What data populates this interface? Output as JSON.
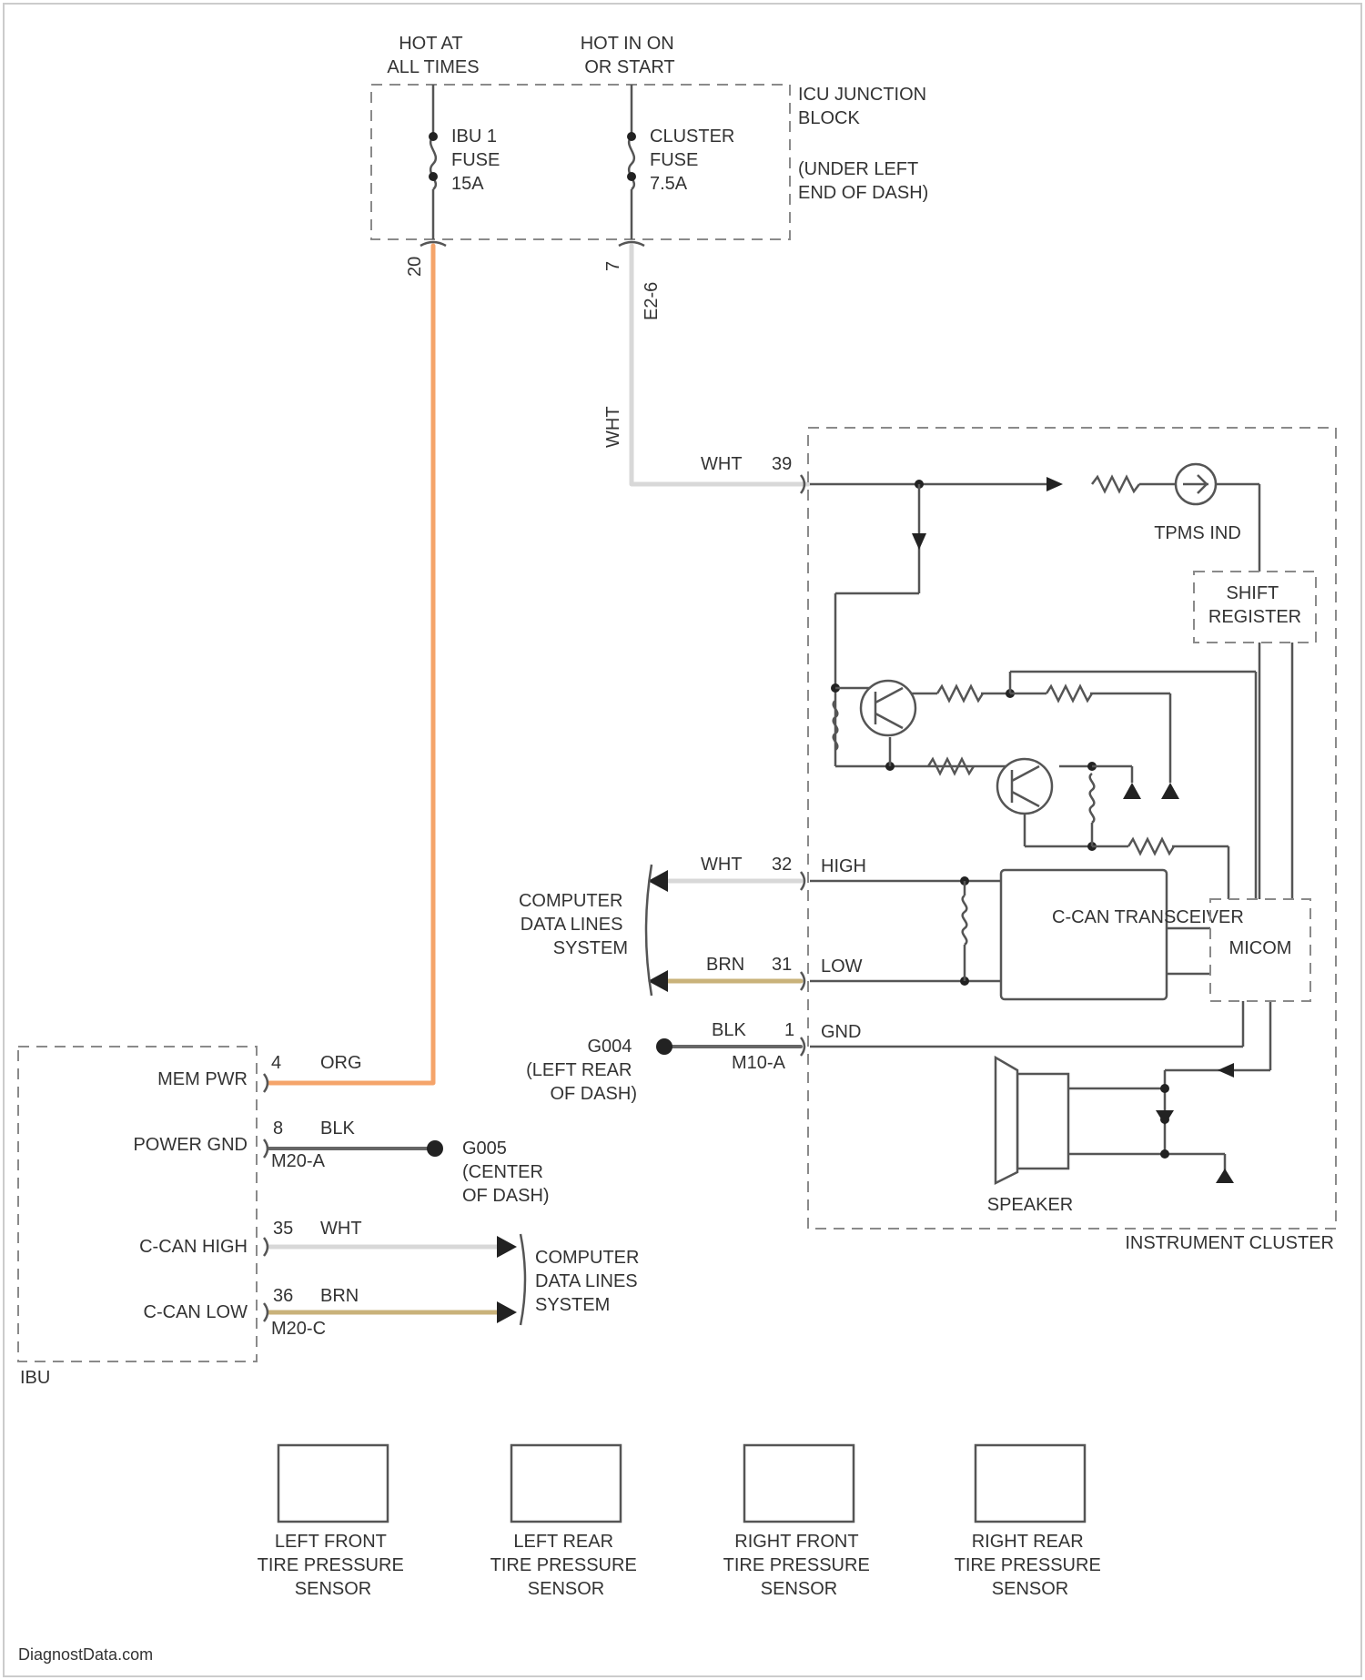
{
  "labels": {
    "hot_at_all_times": [
      "HOT AT",
      "ALL TIMES"
    ],
    "hot_in_on": [
      "HOT IN ON",
      "OR START"
    ],
    "junction_block": [
      "ICU JUNCTION",
      "BLOCK"
    ],
    "junction_location": [
      "(UNDER LEFT",
      "END OF DASH)"
    ],
    "ibu_fuse": [
      "IBU 1",
      "FUSE",
      "15A"
    ],
    "cluster_fuse": [
      "CLUSTER",
      "FUSE",
      "7.5A"
    ],
    "pin_ibu_fuse": "20",
    "pin_cluster_fuse": "7",
    "connector_cluster_fuse": "E2-6",
    "wire_wht_vertical": "WHT",
    "tpms_ind": "TPMS IND",
    "shift_register": [
      "SHIFT",
      "REGISTER"
    ],
    "can_transceiver": "C-CAN TRANSCEIVER",
    "micom": "MICOM",
    "speaker": "SPEAKER",
    "instrument_cluster": "INSTRUMENT CLUSTER",
    "cluster_wht": "WHT",
    "cluster_pin_wht": "39",
    "cluster_wht2": "WHT",
    "cluster_pin_high": "32",
    "high": "HIGH",
    "cluster_brn": "BRN",
    "cluster_pin_low": "31",
    "low": "LOW",
    "cluster_blk": "BLK",
    "cluster_pin_gnd": "1",
    "gnd": "GND",
    "cluster_conn_gnd": "M10-A",
    "computer_data_lines_1": [
      "COMPUTER",
      "DATA LINES",
      "SYSTEM"
    ],
    "ground_g004": [
      "G004",
      "(LEFT REAR",
      "OF DASH)"
    ],
    "mem_pwr": "MEM PWR",
    "mem_pin": "4",
    "org": "ORG",
    "power_gnd": "POWER GND",
    "pgnd_pin": "8",
    "pgnd_blk": "BLK",
    "pgnd_conn": "M20-A",
    "ground_g005": [
      "G005",
      "(CENTER",
      "OF DASH)"
    ],
    "ccan_high": "C-CAN HIGH",
    "ccan_high_pin": "35",
    "ccan_high_wht": "WHT",
    "ccan_low": "C-CAN LOW",
    "ccan_low_pin": "36",
    "ccan_low_brn": "BRN",
    "ccan_low_conn": "M20-C",
    "computer_data_lines_2": [
      "COMPUTER",
      "DATA LINES",
      "SYSTEM"
    ],
    "ibu": "IBU",
    "sensors": [
      [
        "LEFT FRONT",
        "TIRE PRESSURE",
        "SENSOR"
      ],
      [
        "LEFT REAR",
        "TIRE PRESSURE",
        "SENSOR"
      ],
      [
        "RIGHT FRONT",
        "TIRE PRESSURE",
        "SENSOR"
      ],
      [
        "RIGHT REAR",
        "TIRE PRESSURE",
        "SENSOR"
      ]
    ],
    "watermark": "DiagnostData.com"
  },
  "colors": {
    "org": "#F5A46A",
    "wht": "#D8D8D8",
    "brn": "#C9B27A",
    "blk": "#666666",
    "internal": "#555555",
    "dashed_box": "#8A8A8A"
  }
}
